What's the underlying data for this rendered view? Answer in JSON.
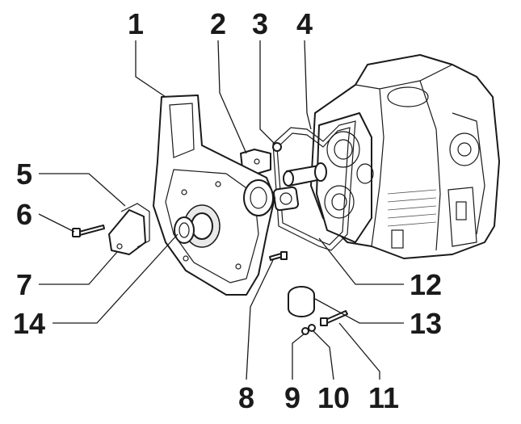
{
  "callouts": [
    {
      "id": "1",
      "label": "1"
    },
    {
      "id": "2",
      "label": "2"
    },
    {
      "id": "3",
      "label": "3"
    },
    {
      "id": "4",
      "label": "4"
    },
    {
      "id": "5",
      "label": "5"
    },
    {
      "id": "6",
      "label": "6"
    },
    {
      "id": "7",
      "label": "7"
    },
    {
      "id": "8",
      "label": "8"
    },
    {
      "id": "9",
      "label": "9"
    },
    {
      "id": "10",
      "label": "10"
    },
    {
      "id": "11",
      "label": "11"
    },
    {
      "id": "12",
      "label": "12"
    },
    {
      "id": "13",
      "label": "13"
    },
    {
      "id": "14",
      "label": "14"
    }
  ],
  "colors": {
    "ink": "#1a1a1a",
    "paper": "#ffffff"
  }
}
